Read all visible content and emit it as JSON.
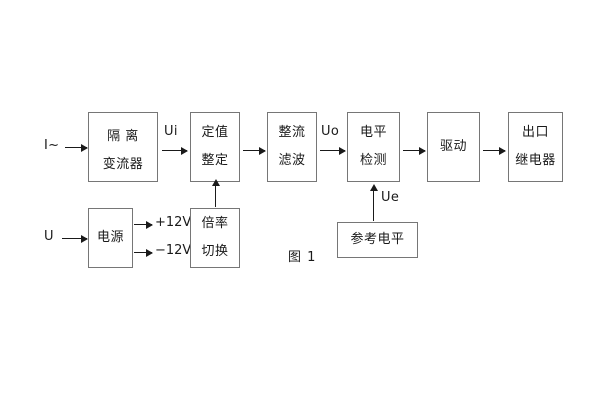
{
  "figure": {
    "caption": "图 1",
    "blocks": [
      {
        "id": "isolation-ct",
        "lines": [
          "隔 离",
          "变流器"
        ]
      },
      {
        "id": "setting-value",
        "lines": [
          "定值",
          "整定"
        ]
      },
      {
        "id": "rectify-filter",
        "lines": [
          "整流",
          "滤波"
        ]
      },
      {
        "id": "level-detect",
        "lines": [
          "电平",
          "检测"
        ]
      },
      {
        "id": "drive",
        "lines": [
          "驱动"
        ]
      },
      {
        "id": "output-relay",
        "lines": [
          "出口",
          "继电器"
        ]
      },
      {
        "id": "power-supply",
        "lines": [
          "电源"
        ]
      },
      {
        "id": "ratio-switch",
        "lines": [
          "倍率",
          "切换"
        ]
      },
      {
        "id": "reference-level",
        "lines": [
          "参考电平"
        ]
      }
    ],
    "signals": {
      "current_input": "I~",
      "ui": "Ui",
      "uo": "Uo",
      "ue": "Ue",
      "voltage_input": "U",
      "supply_positive": "+12V",
      "supply_negative": "−12V"
    }
  }
}
